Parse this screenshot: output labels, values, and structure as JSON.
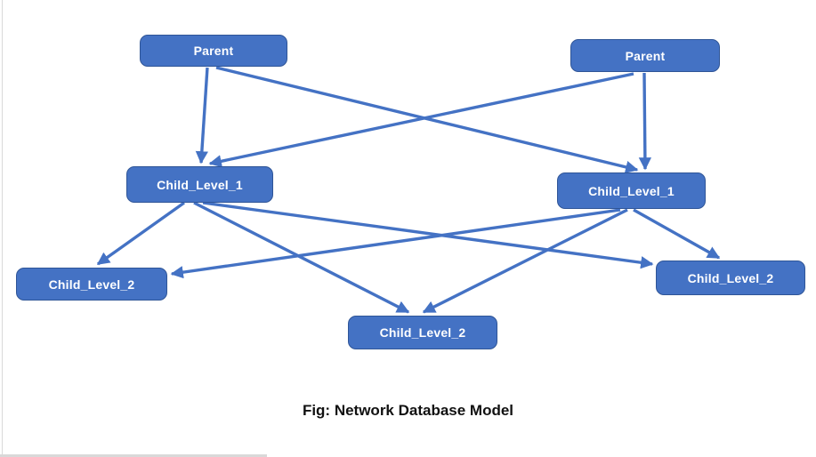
{
  "figure": {
    "caption": "Fig: Network Database Model"
  },
  "nodes": {
    "parent_left": {
      "label": "Parent"
    },
    "parent_right": {
      "label": "Parent"
    },
    "child1_left": {
      "label": "Child_Level_1"
    },
    "child1_right": {
      "label": "Child_Level_1"
    },
    "child2_left": {
      "label": "Child_Level_2"
    },
    "child2_mid": {
      "label": "Child_Level_2"
    },
    "child2_right": {
      "label": "Child_Level_2"
    }
  },
  "edges": [
    {
      "from": "parent_left",
      "to": "child1_left"
    },
    {
      "from": "parent_left",
      "to": "child1_right"
    },
    {
      "from": "parent_right",
      "to": "child1_right"
    },
    {
      "from": "parent_right",
      "to": "child1_left"
    },
    {
      "from": "child1_left",
      "to": "child2_left"
    },
    {
      "from": "child1_left",
      "to": "child2_mid"
    },
    {
      "from": "child1_left",
      "to": "child2_right"
    },
    {
      "from": "child1_right",
      "to": "child2_left"
    },
    {
      "from": "child1_right",
      "to": "child2_mid"
    },
    {
      "from": "child1_right",
      "to": "child2_right"
    }
  ],
  "colors": {
    "node_fill": "#4472C4",
    "node_border": "#2F5597",
    "arrow": "#4472C4",
    "node_text": "#FFFFFF",
    "caption_text": "#111111",
    "page_edge": "#D9D9D9"
  }
}
